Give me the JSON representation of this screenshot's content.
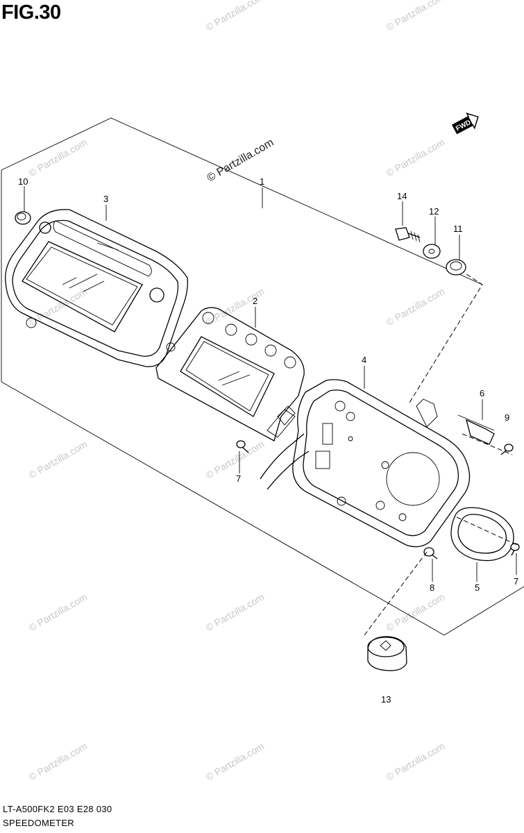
{
  "figure": {
    "title": "FIG.30"
  },
  "footer": {
    "model_code": "LT-A500FK2  E03  E28   030",
    "part_group": "SPEEDOMETER"
  },
  "watermark": {
    "main": "© Partzilla.com",
    "repeat": "© Partzilla.com"
  },
  "direction_badge": "FWD",
  "callouts": {
    "c1": "1",
    "c2": "2",
    "c3": "3",
    "c4": "4",
    "c5": "5",
    "c6": "6",
    "c7a": "7",
    "c7b": "7",
    "c8": "8",
    "c9": "9",
    "c10": "10",
    "c11": "11",
    "c12": "12",
    "c13": "13",
    "c14": "14"
  }
}
